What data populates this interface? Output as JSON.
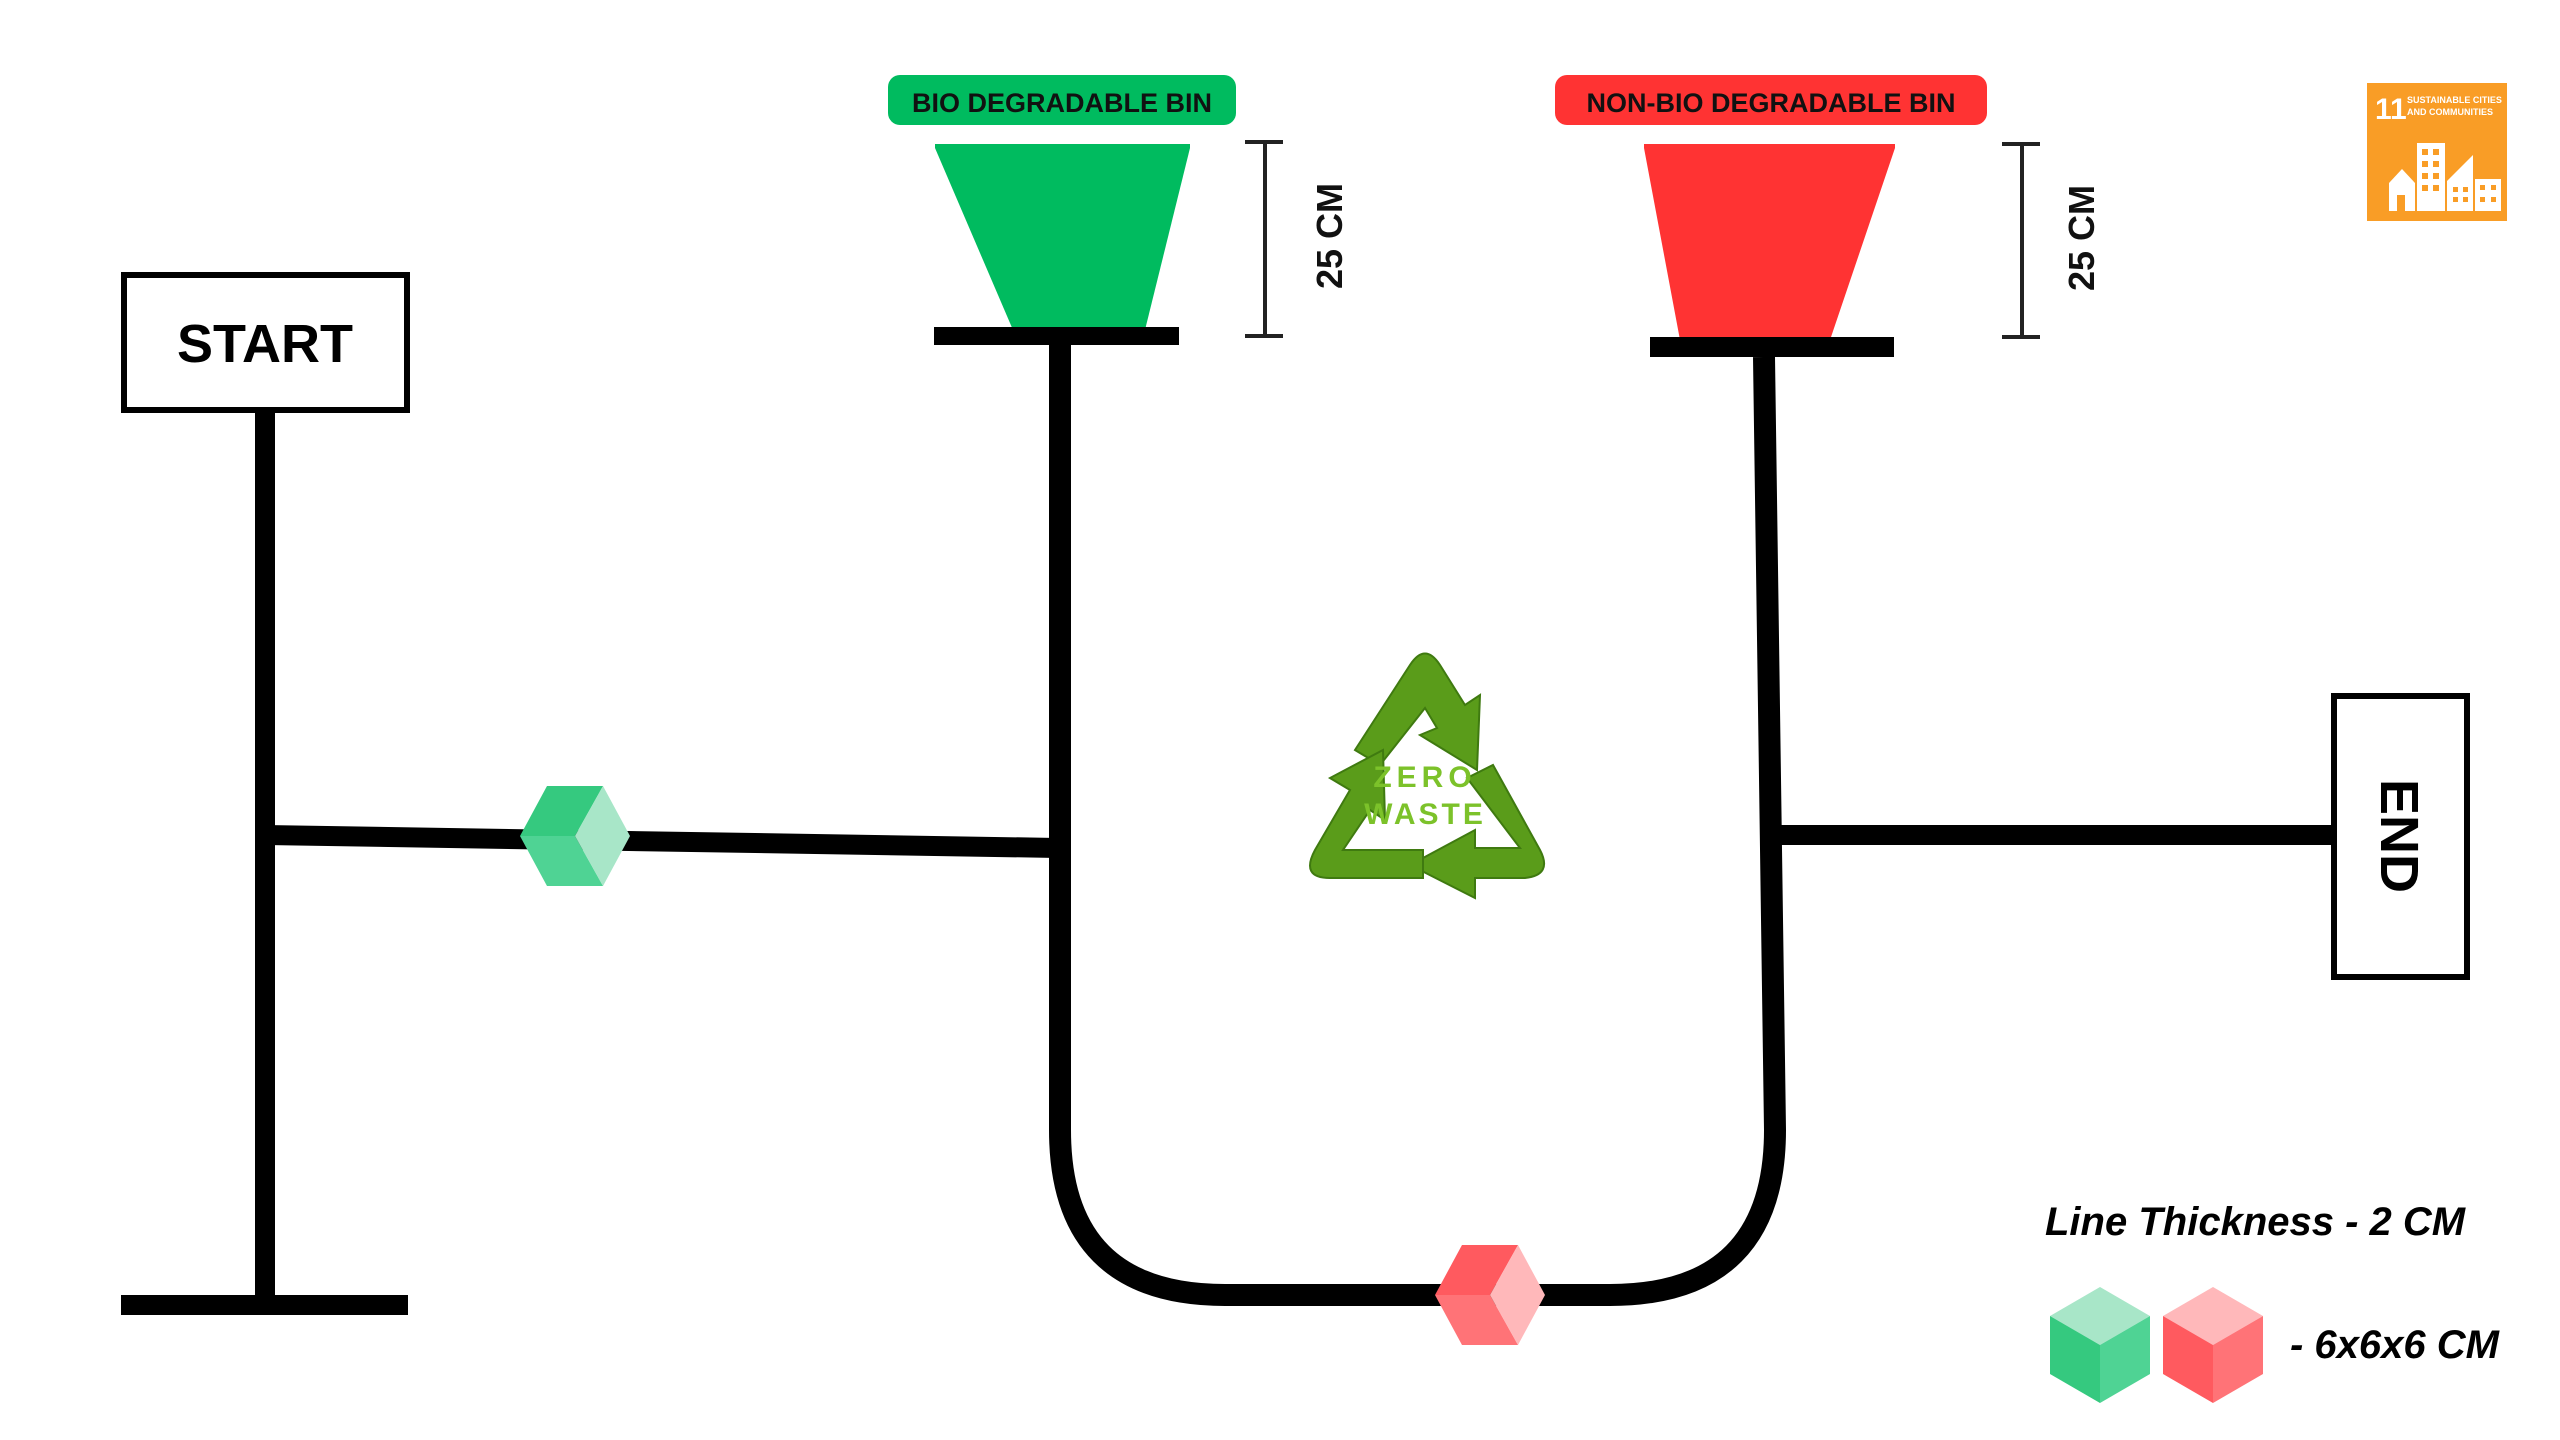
{
  "diagram": {
    "title": "Line-following waste sorting track",
    "start_label": "START",
    "end_label": "END",
    "bins": [
      {
        "id": "bio",
        "label": "BIO DEGRADABLE BIN",
        "height_label": "25 CM",
        "color": "#00bb5f"
      },
      {
        "id": "nonbio",
        "label": "NON-BIO DEGRADABLE BIN",
        "height_label": "25 CM",
        "color": "#ff3333"
      }
    ],
    "center_logo": {
      "icon": "recycle-icon",
      "line1": "ZERO",
      "line2": "WASTE",
      "color": "#5a9c1a",
      "text_color": "#7cc22a"
    },
    "sdg_badge": {
      "icon": "sdg-11-icon",
      "number": "11",
      "text_line1": "SUSTAINABLE CITIES",
      "text_line2": "AND COMMUNITIES",
      "color": "#f99d26"
    },
    "cubes": [
      {
        "id": "green-cube",
        "on_path": "start-branch",
        "colors": {
          "top": "#35c97f",
          "left": "#4fd394",
          "right": "#a8e6c8"
        }
      },
      {
        "id": "red-cube",
        "on_path": "bottom-u-path",
        "colors": {
          "top": "#ff5a5f",
          "left": "#ff7377",
          "right": "#ffb8ba"
        }
      }
    ],
    "legend": {
      "line_thickness_text": "Line Thickness - 2 CM",
      "cube_size_text": "- 6x6x6 CM",
      "cube_colors": [
        {
          "top": "#a8e6c8",
          "left": "#35c97f",
          "right": "#4fd394"
        },
        {
          "top": "#ffb8ba",
          "left": "#ff5a5f",
          "right": "#ff7377"
        }
      ]
    },
    "line_color": "#000000"
  }
}
